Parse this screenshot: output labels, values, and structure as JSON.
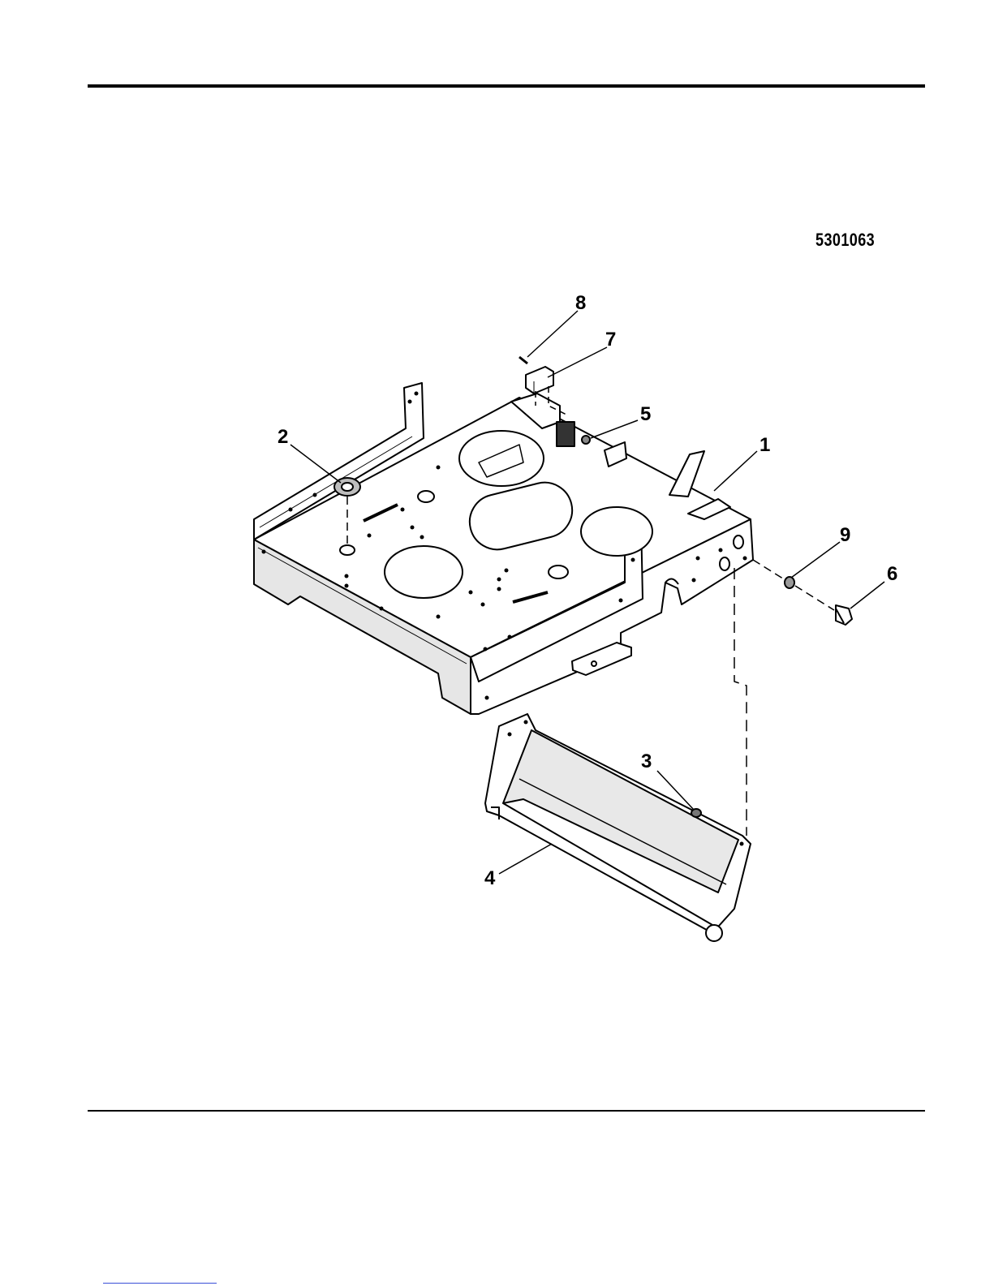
{
  "header": {
    "diagram_number": "5301063"
  },
  "callouts": [
    {
      "id": "c1",
      "label": "1"
    },
    {
      "id": "c2",
      "label": "2"
    },
    {
      "id": "c3",
      "label": "3"
    },
    {
      "id": "c4",
      "label": "4"
    },
    {
      "id": "c5",
      "label": "5"
    },
    {
      "id": "c6",
      "label": "6"
    },
    {
      "id": "c7",
      "label": "7"
    },
    {
      "id": "c8",
      "label": "8"
    },
    {
      "id": "c9",
      "label": "9"
    }
  ]
}
